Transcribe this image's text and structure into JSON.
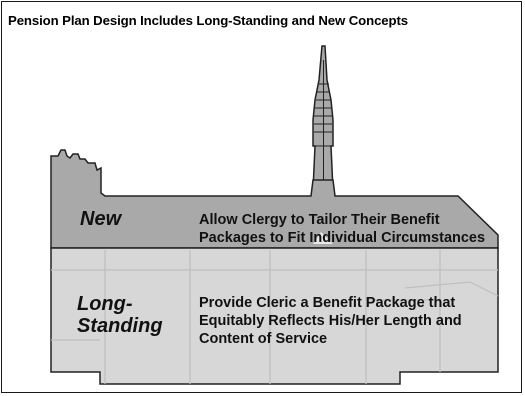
{
  "title": "Pension Plan Design Includes Long-Standing and New Concepts",
  "levels": [
    {
      "key": "New",
      "description": "Allow Clergy to Tailor Their Benefit Packages to Fit Individual Circumstances",
      "color": "#a9a9a9"
    },
    {
      "key": "Long-Standing",
      "key_lines": [
        "Long-",
        "Standing"
      ],
      "description": "Provide Cleric a Benefit Package that Equitably Reflects His/Her Length and Content of Service",
      "color": "#d7d7d7"
    }
  ],
  "outline_color": "#222222"
}
